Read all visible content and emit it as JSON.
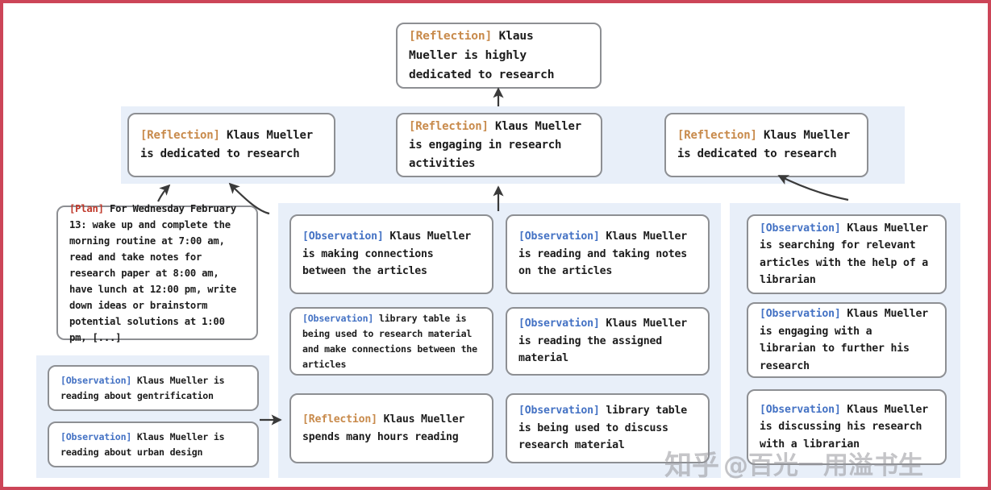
{
  "figure": {
    "title": "Reflection tree for Klaus Mueller",
    "border_color": "#cc4558",
    "panel_color": "#e8eff9",
    "node_border_color": "#8d8f93",
    "tag_colors": {
      "reflection": "#c88a4b",
      "observation": "#4472c4",
      "plan": "#c0392b"
    }
  },
  "root": {
    "tag": "[Reflection]",
    "text": " Klaus Mueller is highly dedicated to research"
  },
  "reflections": [
    {
      "tag": "[Reflection]",
      "text": " Klaus Mueller is dedicated to research"
    },
    {
      "tag": "[Reflection]",
      "text": " Klaus Mueller is engaging in research activities"
    },
    {
      "tag": "[Reflection]",
      "text": " Klaus Mueller is dedicated to research"
    }
  ],
  "plan": {
    "tag": "[Plan]",
    "text": " For Wednesday February 13: wake up and complete the morning routine at 7:00 am, read and take notes for research paper at 8:00 am, have lunch at 12:00 pm, write down ideas or brainstorm potential solutions at 1:00 pm, [...]"
  },
  "left_observations": [
    {
      "tag": "[Observation]",
      "text": " Klaus Mueller is reading about gentrification"
    },
    {
      "tag": "[Observation]",
      "text": " Klaus Mueller is reading about urban design"
    }
  ],
  "column_a": [
    {
      "tag": "[Observation]",
      "text": " Klaus Mueller is making connections between the articles"
    },
    {
      "tag": "[Observation]",
      "text": " library table is being used to research material and make connections between the articles"
    },
    {
      "tag": "[Reflection]",
      "text": " Klaus Mueller spends many hours reading"
    }
  ],
  "column_b": [
    {
      "tag": "[Observation]",
      "text": " Klaus Mueller is reading and taking notes on the articles"
    },
    {
      "tag": "[Observation]",
      "text": " Klaus Mueller is reading the assigned material"
    },
    {
      "tag": "[Observation]",
      "text": " library table is being used to discuss research material"
    }
  ],
  "column_c": [
    {
      "tag": "[Observation]",
      "text": " Klaus Mueller is searching for relevant articles with the help of a librarian"
    },
    {
      "tag": "[Observation]",
      "text": " Klaus Mueller is engaging with a librarian to further his research"
    },
    {
      "tag": "[Observation]",
      "text": " Klaus Mueller is discussing his research with a librarian"
    }
  ],
  "watermark": {
    "site": "知乎",
    "user": "@百光一用溢书生"
  }
}
